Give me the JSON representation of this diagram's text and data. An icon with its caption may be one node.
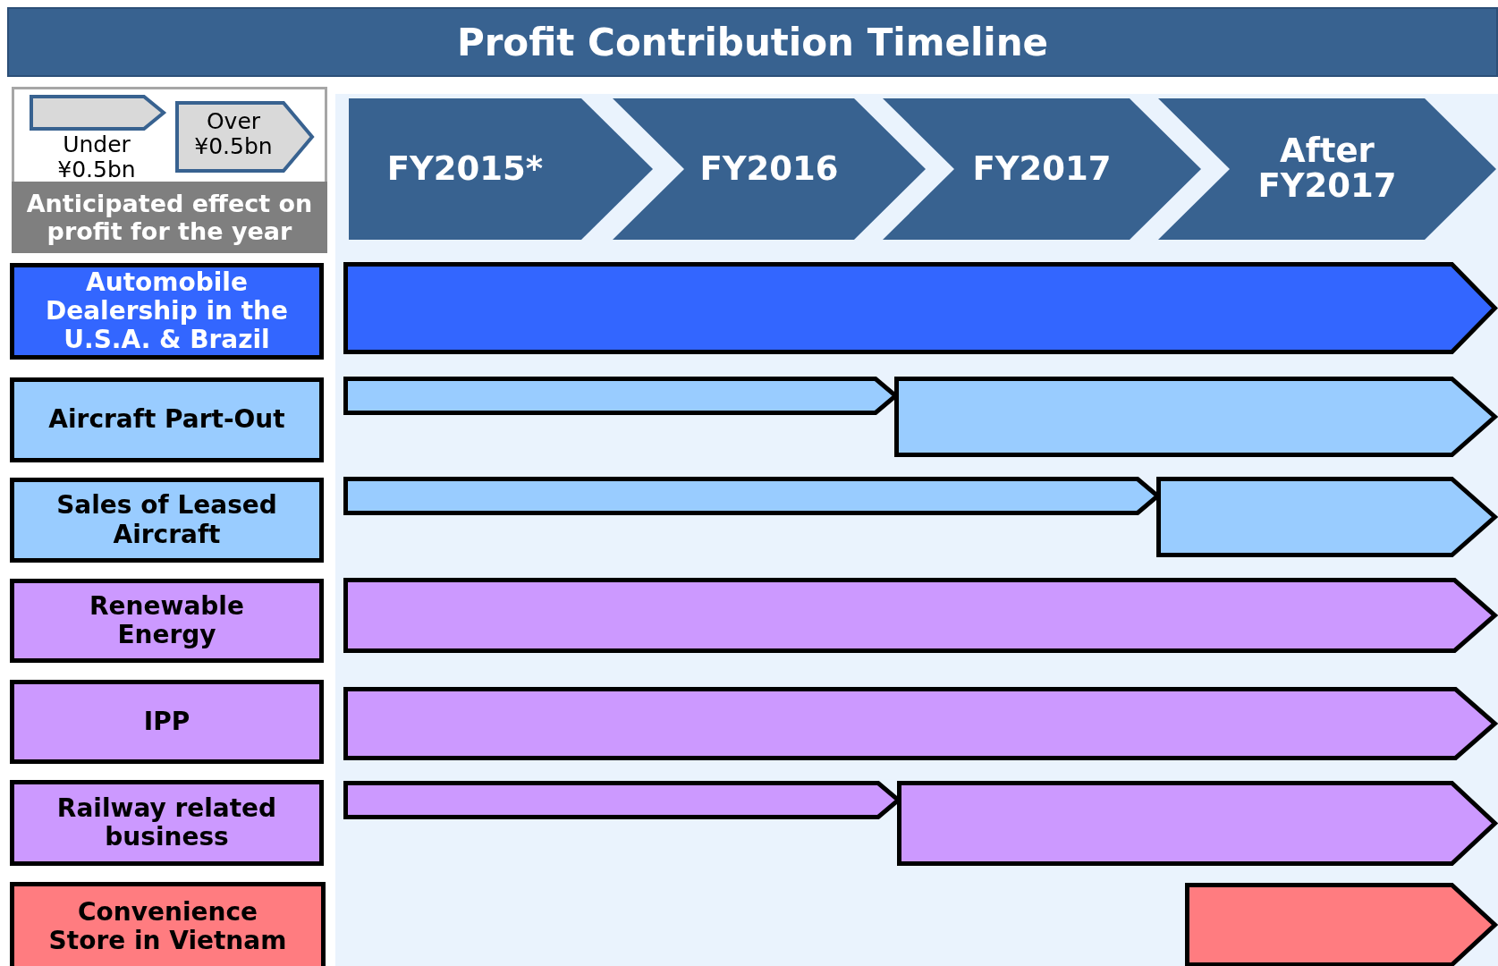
{
  "diagram": {
    "title": "Profit Contribution Timeline",
    "nodes": [
      {
        "text": [
          "FY2015*"
        ]
      },
      {
        "text": [
          "FY2016"
        ]
      },
      {
        "text": [
          "FY2017"
        ]
      },
      {
        "text": [
          "After FY2017"
        ]
      },
      {
        "text": [
          "Automobile Dealership in the U.S.A. & Brazil"
        ]
      },
      {
        "text": [],
        "shape": "bar"
      },
      {
        "text": [
          "Aircraft Part-Out"
        ]
      },
      {
        "text": [],
        "shape": "bar"
      },
      {
        "text": [],
        "shape": "bar"
      },
      {
        "text": [
          "Sales of Leased Aircraft"
        ]
      },
      {
        "text": [],
        "shape": "bar"
      },
      {
        "text": [],
        "shape": "bar"
      },
      {
        "text": [
          "Renewable Energy"
        ]
      },
      {
        "text": [],
        "shape": "bar"
      },
      {
        "text": [
          "IPP"
        ]
      },
      {
        "text": [],
        "shape": "bar"
      },
      {
        "text": [
          "Railway related business"
        ]
      },
      {
        "text": [],
        "shape": "bar"
      },
      {
        "text": [],
        "shape": "bar"
      },
      {
        "text": [
          "Convenience Store in Vietnam"
        ]
      },
      {
        "text": [],
        "shape": "bar"
      }
    ],
    "labels": [
      "Anticipated effect on profit for the year"
    ],
    "legend": [
      {
        "text": "Under ¥0.5bn"
      },
      {
        "text": "Over ¥0.5bn"
      }
    ]
  }
}
